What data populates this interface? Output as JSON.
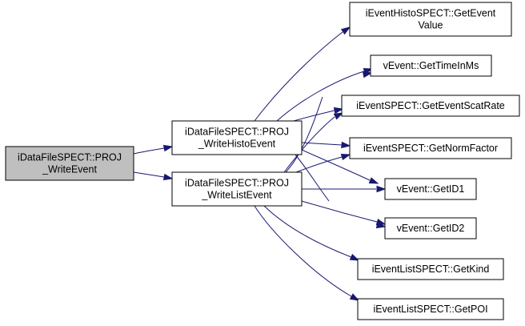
{
  "colors": {
    "edge": "#191970",
    "node_fill": "#ffffff",
    "root_fill": "#bfbfbf",
    "node_border": "#000000"
  },
  "nodes": [
    {
      "id": "root",
      "lines": [
        "iDataFileSPECT::PROJ",
        "_WriteEvent"
      ],
      "highlight": true
    },
    {
      "id": "writeHisto",
      "lines": [
        "iDataFileSPECT::PROJ",
        "_WriteHistoEvent"
      ]
    },
    {
      "id": "writeList",
      "lines": [
        "iDataFileSPECT::PROJ",
        "_WriteListEvent"
      ]
    },
    {
      "id": "getEventValue",
      "lines": [
        "iEventHistoSPECT::GetEvent",
        "Value"
      ]
    },
    {
      "id": "getTimeInMs",
      "lines": [
        "vEvent::GetTimeInMs"
      ]
    },
    {
      "id": "getEventScatRate",
      "lines": [
        "iEventSPECT::GetEventScatRate"
      ]
    },
    {
      "id": "getNormFactor",
      "lines": [
        "iEventSPECT::GetNormFactor"
      ]
    },
    {
      "id": "getID1",
      "lines": [
        "vEvent::GetID1"
      ]
    },
    {
      "id": "getID2",
      "lines": [
        "vEvent::GetID2"
      ]
    },
    {
      "id": "getKind",
      "lines": [
        "iEventListSPECT::GetKind"
      ]
    },
    {
      "id": "getPOI",
      "lines": [
        "iEventListSPECT::GetPOI"
      ]
    }
  ],
  "edges": [
    {
      "from": "root",
      "to": "writeHisto"
    },
    {
      "from": "root",
      "to": "writeList"
    },
    {
      "from": "writeHisto",
      "to": "getEventValue"
    },
    {
      "from": "writeHisto",
      "to": "getTimeInMs"
    },
    {
      "from": "writeHisto",
      "to": "getEventScatRate"
    },
    {
      "from": "writeHisto",
      "to": "getNormFactor"
    },
    {
      "from": "writeHisto",
      "to": "getID1"
    },
    {
      "from": "writeHisto",
      "to": "getID2"
    },
    {
      "from": "writeList",
      "to": "getTimeInMs"
    },
    {
      "from": "writeList",
      "to": "getEventScatRate"
    },
    {
      "from": "writeList",
      "to": "getNormFactor"
    },
    {
      "from": "writeList",
      "to": "getID1"
    },
    {
      "from": "writeList",
      "to": "getID2"
    },
    {
      "from": "writeList",
      "to": "getKind"
    },
    {
      "from": "writeList",
      "to": "getPOI"
    }
  ]
}
